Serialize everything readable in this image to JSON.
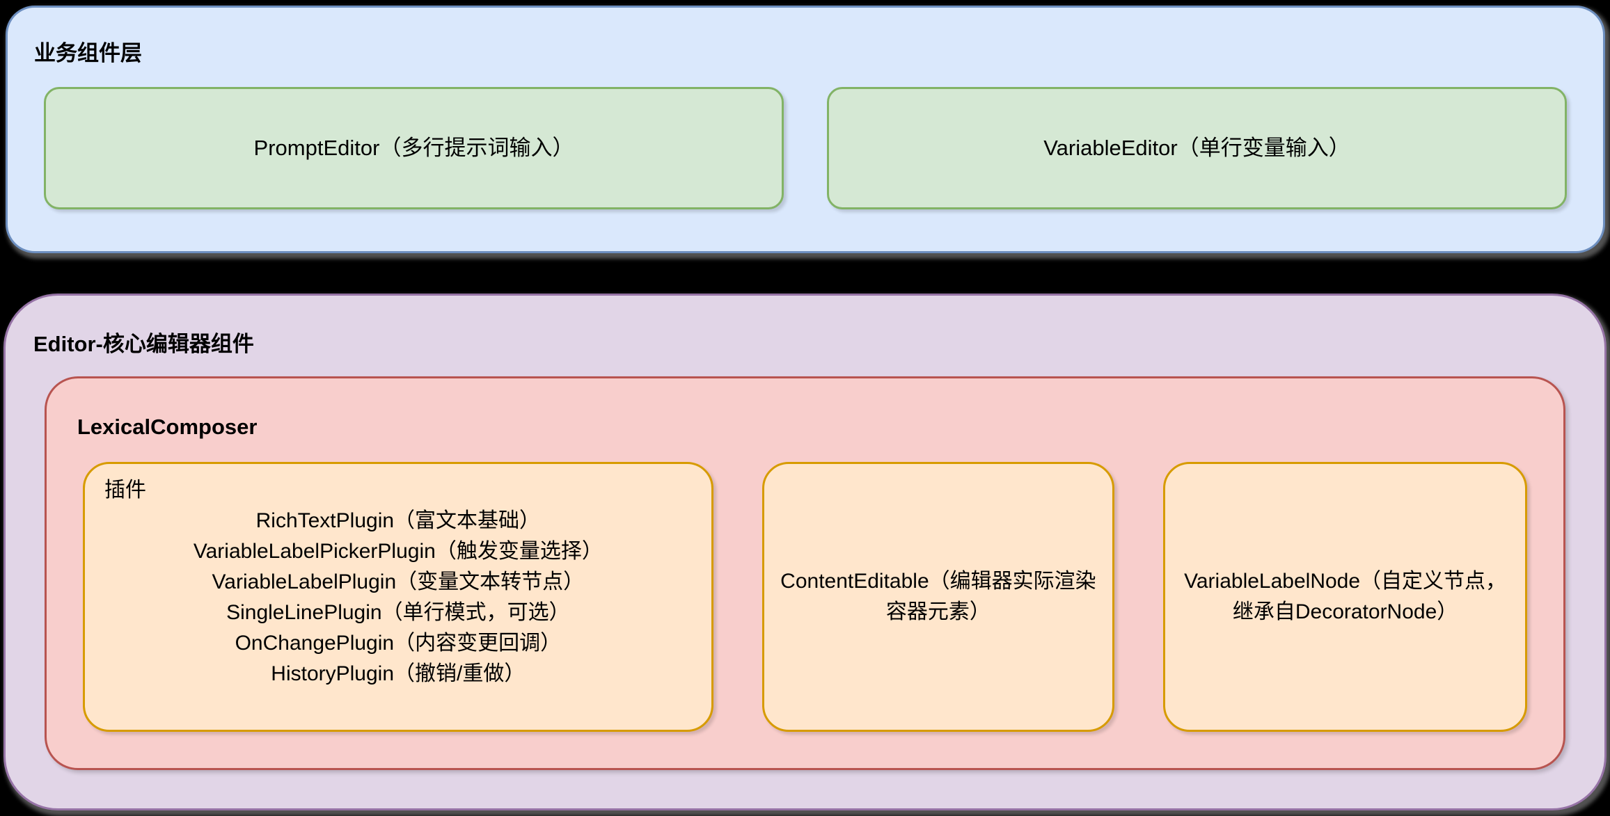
{
  "colors": {
    "background": "#000000",
    "blue_fill": "#dae8fc",
    "blue_stroke": "#6c8ebf",
    "green_fill": "#d5e8d4",
    "green_stroke": "#82b366",
    "purple_fill": "#e1d5e7",
    "purple_stroke": "#9673a6",
    "red_fill": "#f8cecc",
    "red_stroke": "#b85450",
    "orange_fill": "#ffe6cc",
    "orange_stroke": "#d79b00"
  },
  "business_layer": {
    "title": "业务组件层",
    "boxes": [
      {
        "label": "PromptEditor（多行提示词输入）"
      },
      {
        "label": "VariableEditor（单行变量输入）"
      }
    ]
  },
  "editor_layer": {
    "title": "Editor-核心编辑器组件",
    "composer": {
      "title": "LexicalComposer",
      "plugins_box": {
        "title": "插件",
        "items": [
          "RichTextPlugin（富文本基础）",
          "VariableLabelPickerPlugin（触发变量选择）",
          "VariableLabelPlugin（变量文本转节点）",
          "SingleLinePlugin（单行模式，可选）",
          "OnChangePlugin（内容变更回调）",
          "HistoryPlugin（撤销/重做）"
        ]
      },
      "content_editable_box": {
        "label": "ContentEditable（编辑器实际渲染容器元素）"
      },
      "variable_label_node_box": {
        "label": "VariableLabelNode（自定义节点，继承自DecoratorNode）"
      }
    }
  }
}
